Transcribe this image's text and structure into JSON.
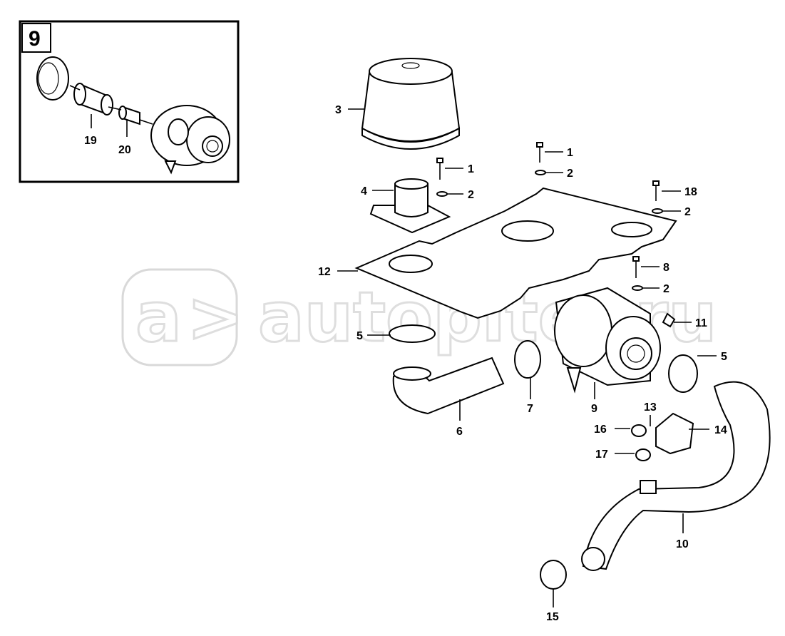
{
  "inset": {
    "number": "9",
    "callouts": [
      "19",
      "20"
    ]
  },
  "watermark": {
    "text": "autopiter.ru",
    "logo_letter": "a"
  },
  "callouts": [
    {
      "id": "c1a",
      "text": "1"
    },
    {
      "id": "c1b",
      "text": "1"
    },
    {
      "id": "c2a",
      "text": "2"
    },
    {
      "id": "c2b",
      "text": "2"
    },
    {
      "id": "c2c",
      "text": "2"
    },
    {
      "id": "c2d",
      "text": "2"
    },
    {
      "id": "c3",
      "text": "3"
    },
    {
      "id": "c4",
      "text": "4"
    },
    {
      "id": "c5a",
      "text": "5"
    },
    {
      "id": "c5b",
      "text": "5"
    },
    {
      "id": "c6",
      "text": "6"
    },
    {
      "id": "c7",
      "text": "7"
    },
    {
      "id": "c8",
      "text": "8"
    },
    {
      "id": "c9",
      "text": "9"
    },
    {
      "id": "c10",
      "text": "10"
    },
    {
      "id": "c11",
      "text": "11"
    },
    {
      "id": "c12",
      "text": "12"
    },
    {
      "id": "c13",
      "text": "13"
    },
    {
      "id": "c14",
      "text": "14"
    },
    {
      "id": "c15",
      "text": "15"
    },
    {
      "id": "c16",
      "text": "16"
    },
    {
      "id": "c17",
      "text": "17"
    },
    {
      "id": "c18",
      "text": "18"
    }
  ]
}
